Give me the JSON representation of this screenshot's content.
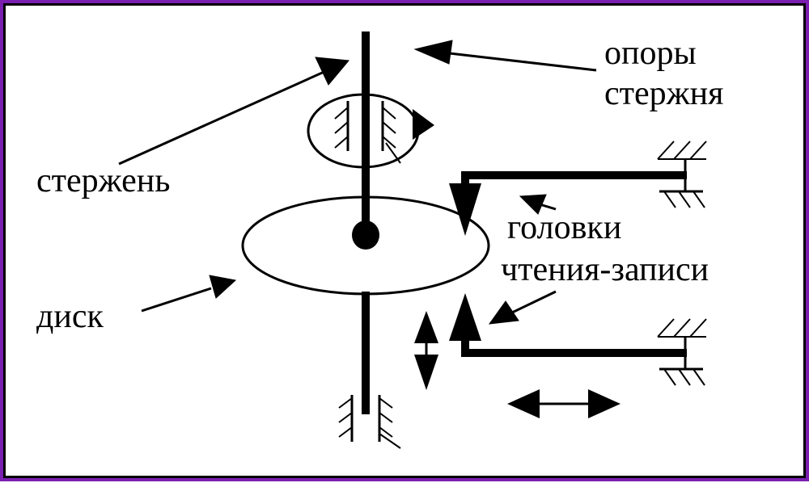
{
  "diagram": {
    "labels": {
      "supports_line1": "опоры",
      "supports_line2": "стержня",
      "rod": "стержень",
      "disk": "диск",
      "heads_line1": "головки",
      "heads_line2": "чтения-записи"
    },
    "colors": {
      "border": "#7a1fb0",
      "ink": "#000000",
      "background": "#ffffff"
    }
  }
}
